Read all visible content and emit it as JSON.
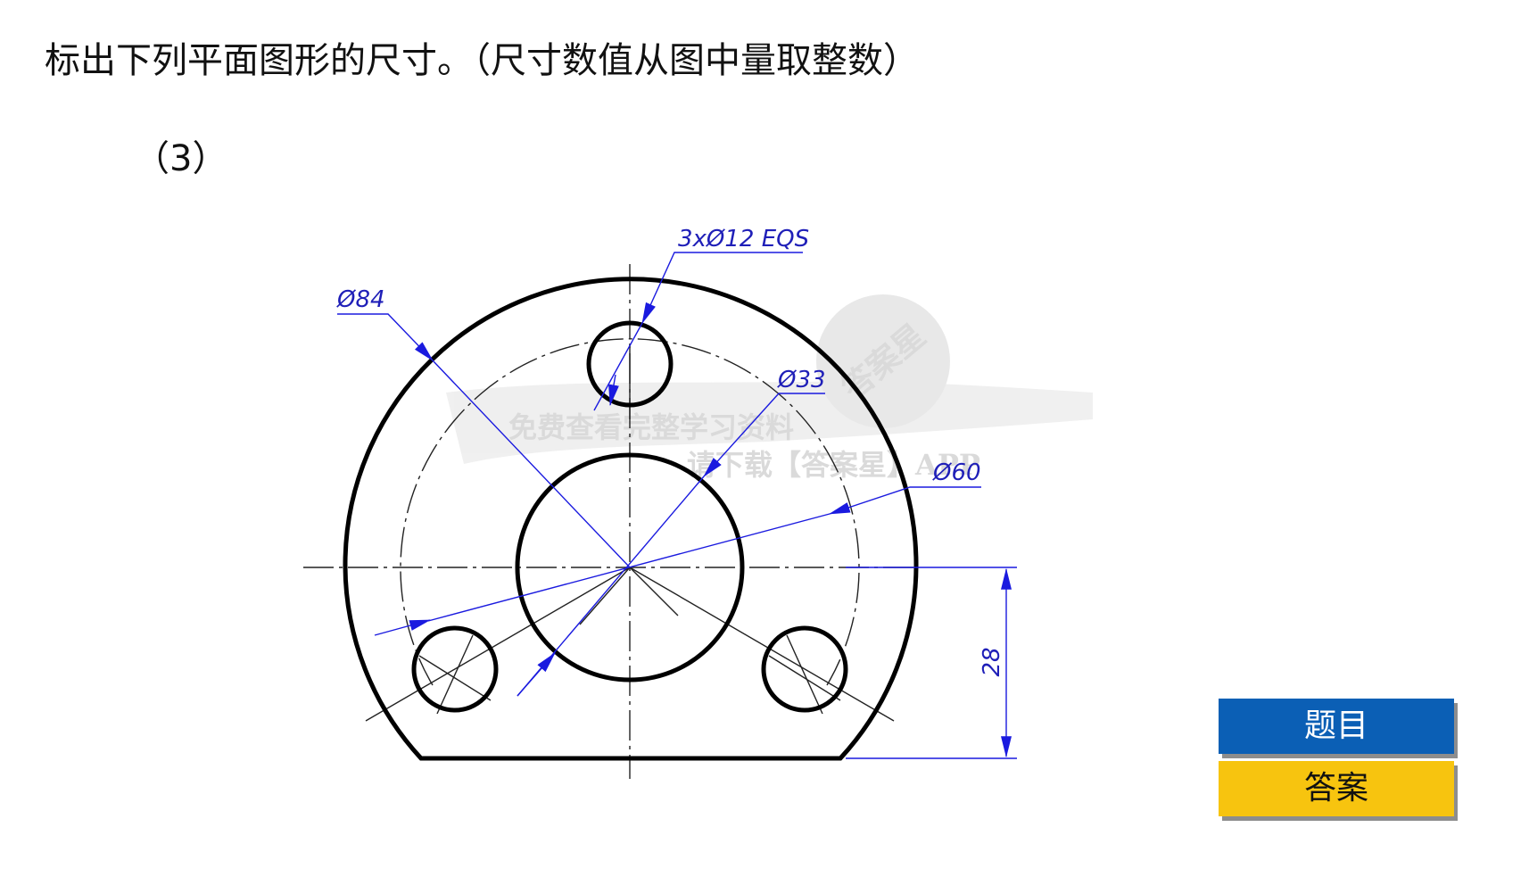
{
  "page": {
    "question": "标出下列平面图形的尺寸。（尺寸数值从图中量取整数）",
    "sub_number": "（3）"
  },
  "drawing": {
    "dimensions": {
      "holes_note": "3xØ12 EQS",
      "outer_diameter": "Ø84",
      "center_hole": "Ø33",
      "bolt_circle": "Ø60",
      "height_offset": "28"
    },
    "watermark": {
      "line1": "免费查看完整学习资料",
      "line2": "请下载【答案星】APP",
      "logo_text": "答案星"
    }
  },
  "buttons": {
    "question_label": "题目",
    "answer_label": "答案"
  },
  "colors": {
    "dimension": "#1f1fb8",
    "outline": "#000000",
    "question_button": "#0b5fb5",
    "answer_button": "#f7c40f"
  }
}
